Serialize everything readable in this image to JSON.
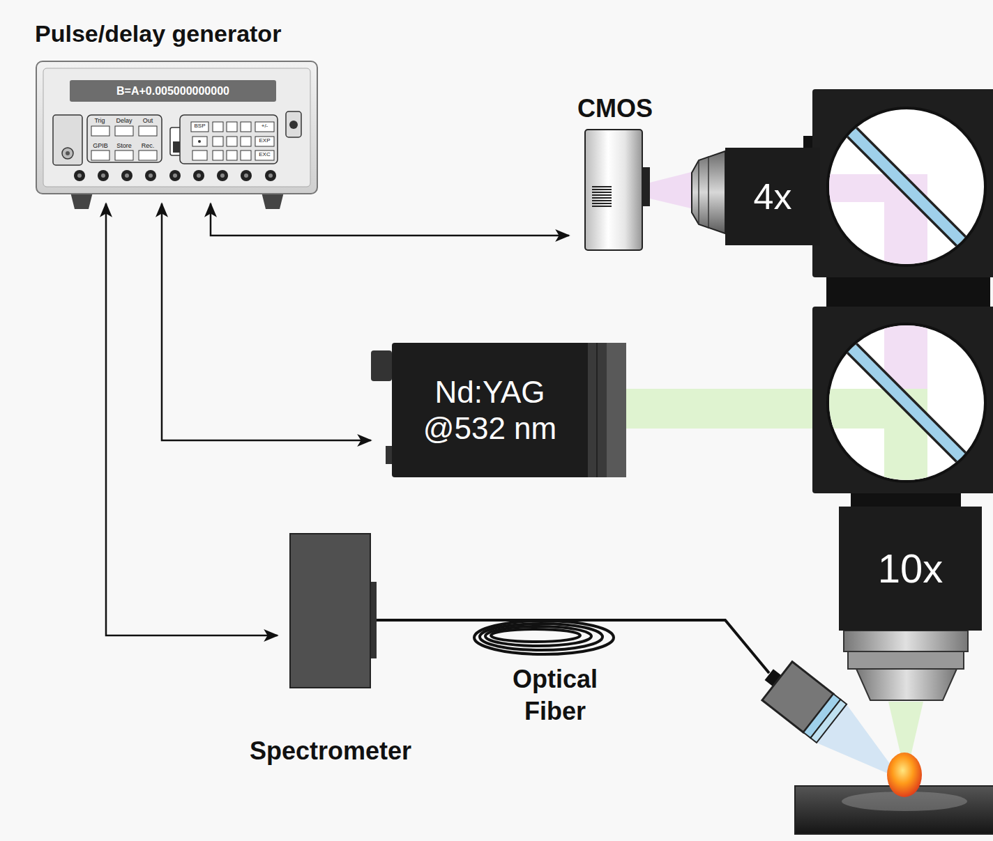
{
  "diagram": {
    "nodes": [
      {
        "text": [
          "Pulse/delay generator",
          "B=A+0.005000000000"
        ]
      },
      {
        "text": [
          "CMOS"
        ]
      },
      {
        "text": [
          "4x"
        ]
      },
      {
        "text": [
          "Nd:YAG @532 nm"
        ]
      },
      {
        "text": [
          "10x"
        ]
      },
      {
        "text": [
          "Spectrometer"
        ]
      }
    ],
    "edges": [
      {
        "from": 0,
        "to": 1,
        "arrow": "both"
      },
      {
        "from": 0,
        "to": 3,
        "arrow": "both"
      },
      {
        "from": 0,
        "to": 5,
        "arrow": "both"
      }
    ],
    "labels": [
      "Trig",
      "Delay",
      "Out",
      "GPIB",
      "Store",
      "Rec.",
      "BSP",
      "+/-",
      "EXP",
      "EXC",
      "Optical Fiber"
    ]
  }
}
